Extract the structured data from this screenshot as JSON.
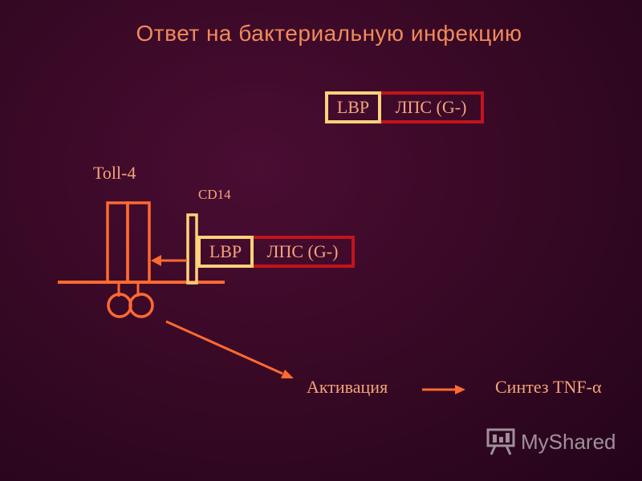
{
  "title": "Ответ на бактериальную инфекцию",
  "top_complex": {
    "lbp": "LBP",
    "lps": "ЛПС (G-)"
  },
  "receptor_complex": {
    "lbp": "LBP",
    "lps": "ЛПС (G-)"
  },
  "labels": {
    "toll4": "Toll-4",
    "cd14": "CD14",
    "activation": "Активация",
    "synthesis": "Синтез TNF-",
    "alpha": "α"
  },
  "watermark": "MyShared",
  "colors": {
    "background": "#350823",
    "title": "#f08a5a",
    "text": "#f3a47a",
    "receptor": "#ff6a30",
    "lbp_border": "#ffd27a",
    "lps_border": "#c4131c"
  }
}
